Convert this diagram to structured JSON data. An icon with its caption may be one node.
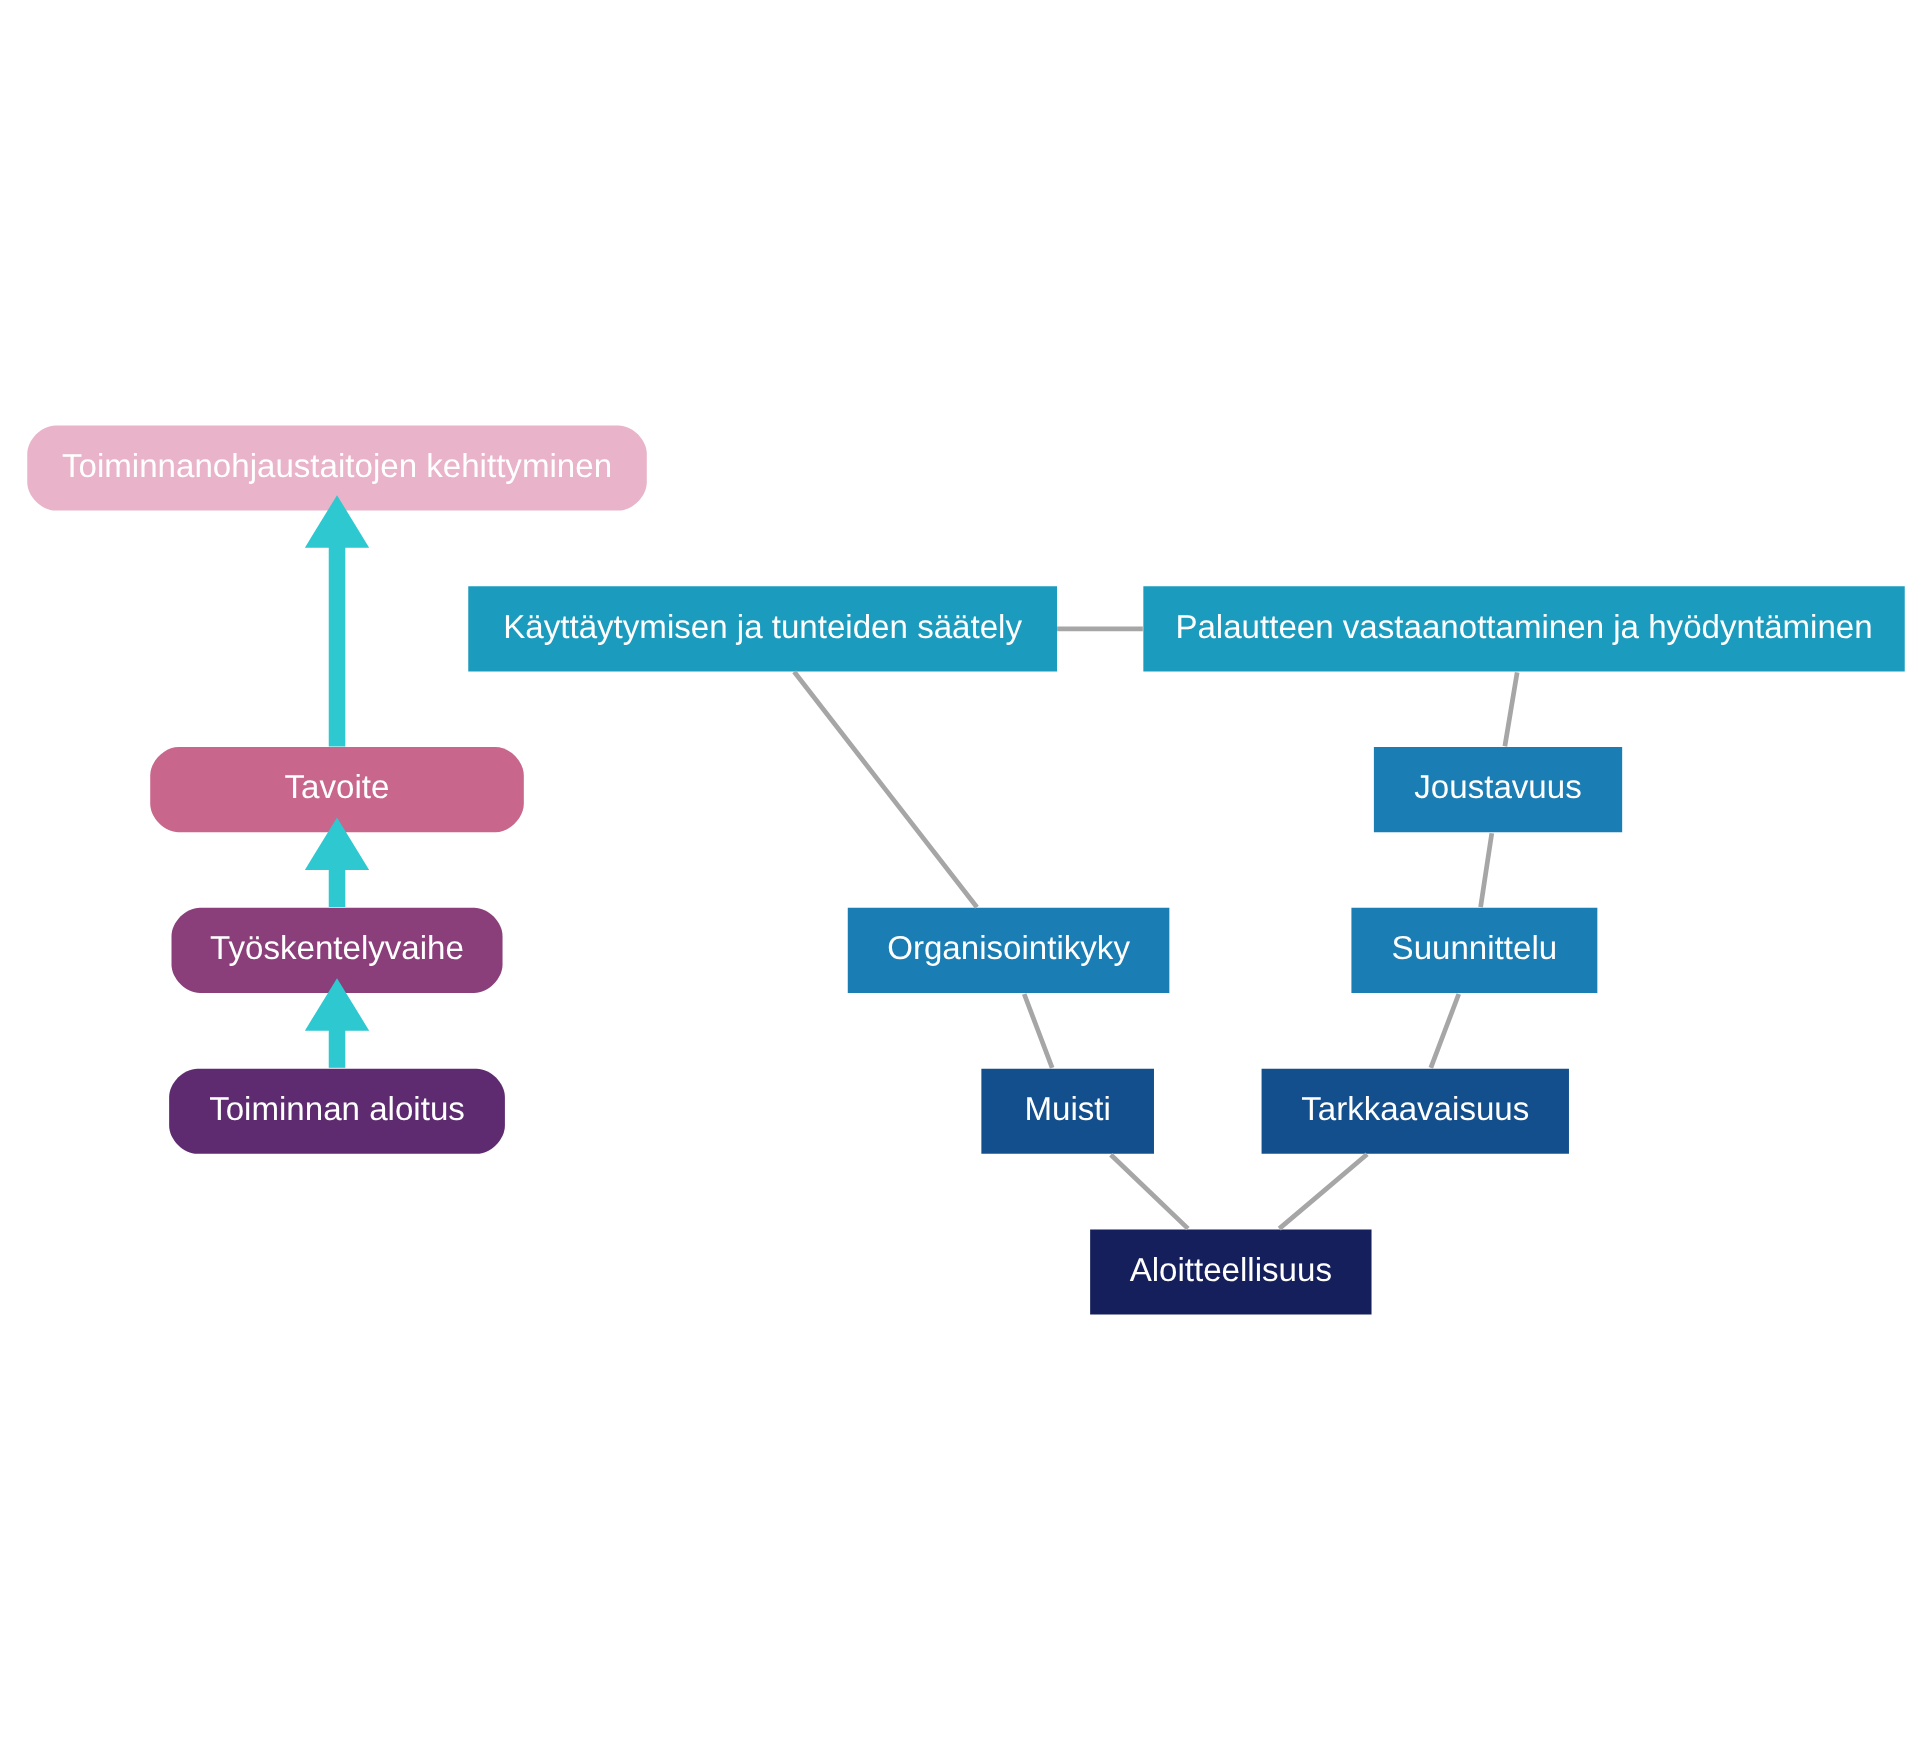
{
  "diagram": {
    "nodes": [
      {
        "text": [
          "Toiminnanohjaustaitojen kehittyminen"
        ]
      },
      {
        "text": [
          "Käyttäytymisen ja tunteiden säätely"
        ]
      },
      {
        "text": [
          "Palautteen vastaanottaminen ja hyödyntäminen"
        ]
      },
      {
        "text": [
          "Tavoite"
        ]
      },
      {
        "text": [
          "Joustavuus"
        ]
      },
      {
        "text": [
          "Organisointikyky"
        ]
      },
      {
        "text": [
          "Työskentelyvaihe"
        ]
      },
      {
        "text": [
          "Suunnittelu"
        ]
      },
      {
        "text": [
          "Muisti"
        ]
      },
      {
        "text": [
          "Toiminnan aloitus"
        ]
      },
      {
        "text": [
          "Tarkkaavaisuus"
        ]
      },
      {
        "text": [
          "Aloitteellisuus"
        ]
      }
    ],
    "edges": [
      {
        "from": 9,
        "to": 6,
        "arrow": "to",
        "style": "thick",
        "color": "#2ec8d0"
      },
      {
        "from": 6,
        "to": 3,
        "arrow": "to",
        "style": "thick",
        "color": "#2ec8d0"
      },
      {
        "from": 3,
        "to": 0,
        "arrow": "to",
        "style": "thick",
        "color": "#2ec8d0"
      },
      {
        "from": 1,
        "to": 2,
        "arrow": "none"
      },
      {
        "from": 2,
        "to": 4,
        "arrow": "none"
      },
      {
        "from": 4,
        "to": 7,
        "arrow": "none"
      },
      {
        "from": 7,
        "to": 10,
        "arrow": "none"
      },
      {
        "from": 10,
        "to": 11,
        "arrow": "none"
      },
      {
        "from": 11,
        "to": 8,
        "arrow": "none"
      },
      {
        "from": 8,
        "to": 5,
        "arrow": "none"
      },
      {
        "from": 5,
        "to": 1,
        "arrow": "none"
      }
    ]
  }
}
